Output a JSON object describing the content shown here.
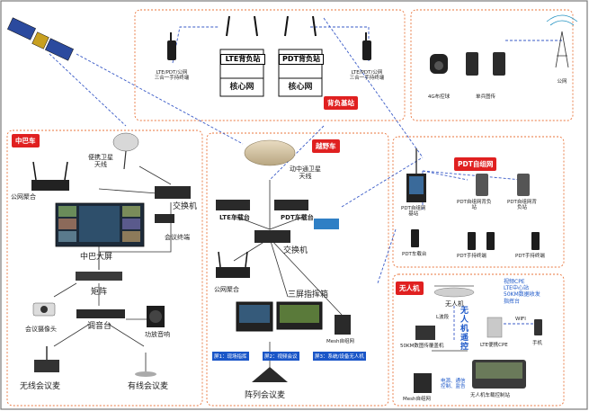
{
  "regions": {
    "zhongba": "中巴车",
    "yueye": "越野车",
    "beifu": "背负基站",
    "pdt_ad_hoc": "PDT自组网",
    "drone": "无人机"
  },
  "base_stations": {
    "lte_title": "LTE背负站",
    "lte_sub": "核心网",
    "pdt_title": "PDT背负站",
    "pdt_sub": "核心网"
  },
  "terminals": {
    "left": "LTE/PDT/公网\n三合一手持终端",
    "right": "LTE/PDT/公网\n三合一手持终端",
    "camera_4g": "4G布控球",
    "body_cam": "单兵图传",
    "public_net": "公网"
  },
  "zhongba_devices": {
    "portable_sat": "便携卫星\n天线",
    "public_agg": "公网聚合",
    "switch": "交换机",
    "big_screen": "中巴大屏",
    "conf_terminal": "会议终端",
    "matrix": "矩阵",
    "conf_camera": "会议摄像头",
    "mixer": "调音台",
    "amp": "功放音响",
    "wireless_mic": "无线会议麦",
    "wired_mic": "有线会议麦"
  },
  "yueye_devices": {
    "moving_sat": "动中通卫星\n天线",
    "lte_car": "LTE车载台",
    "pdt_car": "PDT车载台",
    "switch": "交换机",
    "public_agg": "公网聚合",
    "three_screen": "三屏指挥箱",
    "mesh": "Mesh自组网",
    "array_mic": "阵列会议麦",
    "screen1": "屏1：现场指挥",
    "screen2": "屏2：视频会议",
    "screen3": "屏3：系统/设备无人机"
  },
  "pdt_devices": {
    "base": "PDT自组网\n基站",
    "relay1": "PDT自组网背负\n站",
    "relay2": "PDT自组网背\n负站",
    "veh": "PDT车载台",
    "hand1": "PDT手持终端",
    "hand2": "PDT手持终端",
    "hand3": "PDT手持终端"
  },
  "drone_devices": {
    "uav": "无人机",
    "l_band": "L波段",
    "bird": "50KM数图传覆盖机",
    "vertical": "无人机遥控",
    "lte_cpe": "LTE便携CPE",
    "phone": "手机",
    "wifi": "WIFI",
    "mesh": "Mesh自组网",
    "power": "电源、通信\n控制、监告",
    "ground": "无人机车载控制站",
    "features": [
      "视频CPE",
      "LTE中心站",
      "50KM数据收发",
      "指挥台"
    ]
  },
  "colors": {
    "border": "#e8743b",
    "link": "#3a5bc7",
    "tag": "#e02020"
  }
}
